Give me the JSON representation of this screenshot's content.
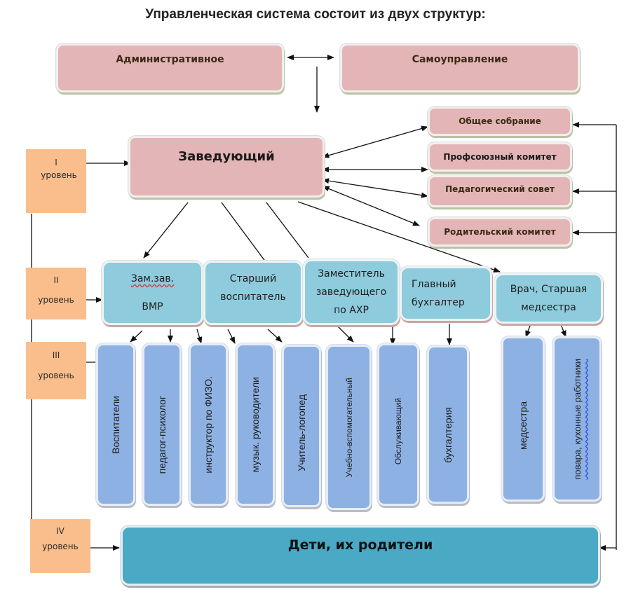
{
  "title": "Управленческая система состоит из двух структур:",
  "top": {
    "administrative": "Административное",
    "self_government": "Самоуправление"
  },
  "head": "Заведующий",
  "councils": [
    "Общее собрание",
    "Профсоюзный комитет",
    "Педагогический совет",
    "Родительский комитет"
  ],
  "levels": [
    {
      "numeral": "I",
      "label": "уровень"
    },
    {
      "numeral": "II",
      "label": "уровень"
    },
    {
      "numeral": "III",
      "label": "уровень"
    },
    {
      "numeral": "IV",
      "label": "уровень"
    }
  ],
  "level2": {
    "deputy_line1": "Зам.зав.",
    "deputy_line2": "ВМР",
    "senior_teacher_line1": "Старший",
    "senior_teacher_line2": "воспитатель",
    "axr_line1": "Заместитель",
    "axr_line2": "заведующего",
    "axr_line3": "по АХР",
    "accountant_line1": "Главный",
    "accountant_line2": "бухгалтер",
    "doctor_line1": "Врач, Старшая",
    "doctor_line2": "медсестра"
  },
  "level3": [
    "Воспитатели",
    "педагог-психолог",
    "инструктор по ФИЗО.",
    "музык. руководители",
    "Учитель-логопед",
    "Учебно-вспомогательный",
    "Обслуживающий",
    "бухгалтерия",
    "медсестра",
    "повара, кухонные работники"
  ],
  "level4": "Дети, их родители",
  "colors": {
    "pink": "#e4b5b6",
    "teal": "#8ecbdc",
    "blue": "#8db1e2",
    "orange": "#f9be8c",
    "dark_teal": "#4aa9c4"
  }
}
